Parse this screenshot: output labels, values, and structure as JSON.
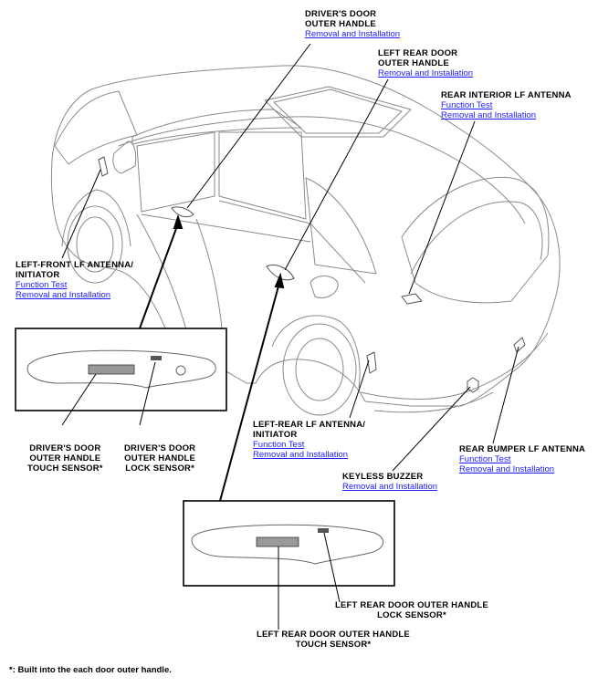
{
  "callouts": {
    "drivers_door_outer_handle": {
      "title_line1": "DRIVER'S DOOR",
      "title_line2": "OUTER HANDLE",
      "links": [
        "Removal and Installation"
      ]
    },
    "left_rear_door_outer_handle": {
      "title_line1": "LEFT REAR DOOR",
      "title_line2": "OUTER HANDLE",
      "links": [
        "Removal and Installation"
      ]
    },
    "rear_interior_lf_antenna": {
      "title_line1": "REAR INTERIOR LF ANTENNA",
      "links": [
        "Function Test",
        "Removal and Installation"
      ]
    },
    "left_front_lf_antenna": {
      "title_line1": "LEFT-FRONT LF ANTENNA/",
      "title_line2": "INITIATOR",
      "links": [
        "Function Test",
        "Removal and Installation"
      ]
    },
    "left_rear_lf_antenna": {
      "title_line1": "LEFT-REAR LF ANTENNA/",
      "title_line2": "INITIATOR",
      "links": [
        "Function Test",
        "Removal and Installation"
      ]
    },
    "rear_bumper_lf_antenna": {
      "title_line1": "REAR BUMPER LF ANTENNA",
      "links": [
        "Function Test",
        "Removal and Installation"
      ]
    },
    "keyless_buzzer": {
      "title_line1": "KEYLESS BUZZER",
      "links": [
        "Removal and Installation"
      ]
    }
  },
  "sensors": {
    "drivers_touch": [
      "DRIVER'S DOOR",
      "OUTER HANDLE",
      "TOUCH SENSOR*"
    ],
    "drivers_lock": [
      "DRIVER'S DOOR",
      "OUTER HANDLE",
      "LOCK SENSOR*"
    ],
    "left_rear_lock": [
      "LEFT REAR DOOR OUTER HANDLE",
      "LOCK SENSOR*"
    ],
    "left_rear_touch": [
      "LEFT REAR DOOR OUTER HANDLE",
      "TOUCH SENSOR*"
    ]
  },
  "footnote": "*: Built into the each door outer handle.",
  "colors": {
    "link": "#1a1aff",
    "line": "#000000",
    "car_outline": "#8a8a8a"
  }
}
